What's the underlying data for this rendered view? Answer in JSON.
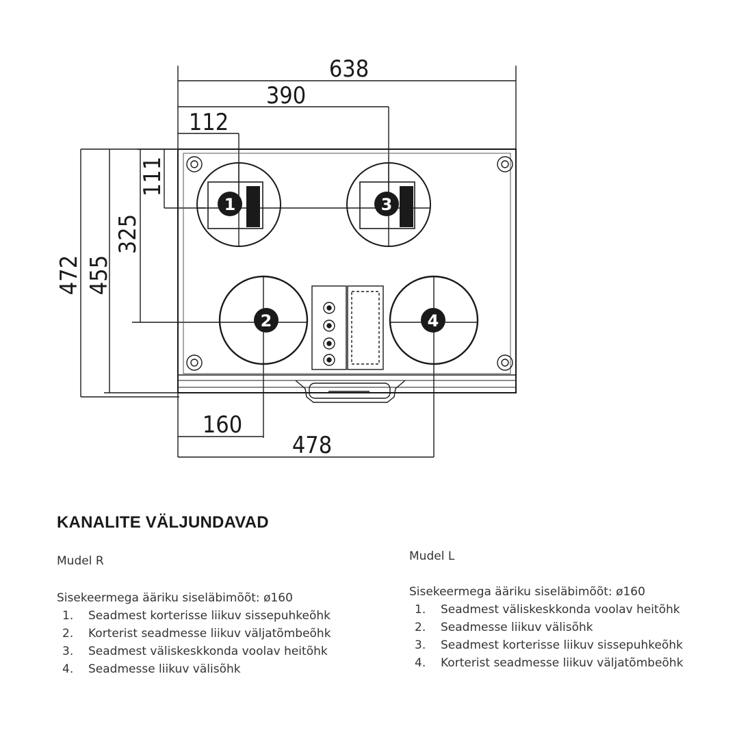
{
  "drawing": {
    "dimensions": {
      "overall_width": "638",
      "outlet_3_center": "390",
      "outlet_1_center": "112",
      "upper_outlet_height": "111",
      "lower_outlet_height": "325",
      "overall_height": "472",
      "body_height": "455",
      "outlet_2_center": "160",
      "outlet_4_center": "478"
    },
    "outlet_markers": [
      "1",
      "2",
      "3",
      "4"
    ]
  },
  "heading": "KANALITE VÄLJUNDAVAD",
  "model_r": {
    "title": "Mudel R",
    "intro": "Sisekeermega ääriku siseläbimõõt: ø160",
    "items": [
      {
        "num": "1.",
        "text": "Seadmest korterisse liikuv sissepuhkeõhk"
      },
      {
        "num": "2.",
        "text": "Korterist seadmesse liikuv väljatõmbeõhk"
      },
      {
        "num": "3.",
        "text": "Seadmest väliskeskkonda voolav heitõhk"
      },
      {
        "num": "4.",
        "text": "Seadmesse liikuv välisõhk"
      }
    ]
  },
  "model_l": {
    "title": "Mudel L",
    "intro": "Sisekeermega ääriku siseläbimõõt: ø160",
    "items": [
      {
        "num": "1.",
        "text": "Seadmest väliskeskkonda voolav heitõhk"
      },
      {
        "num": "2.",
        "text": "Seadmesse liikuv välisõhk"
      },
      {
        "num": "3.",
        "text": "Seadmest korterisse liikuv sissepuhkeõhk"
      },
      {
        "num": "4.",
        "text": "Korterist seadmesse liikuv väljatõmbeõhk"
      }
    ]
  }
}
